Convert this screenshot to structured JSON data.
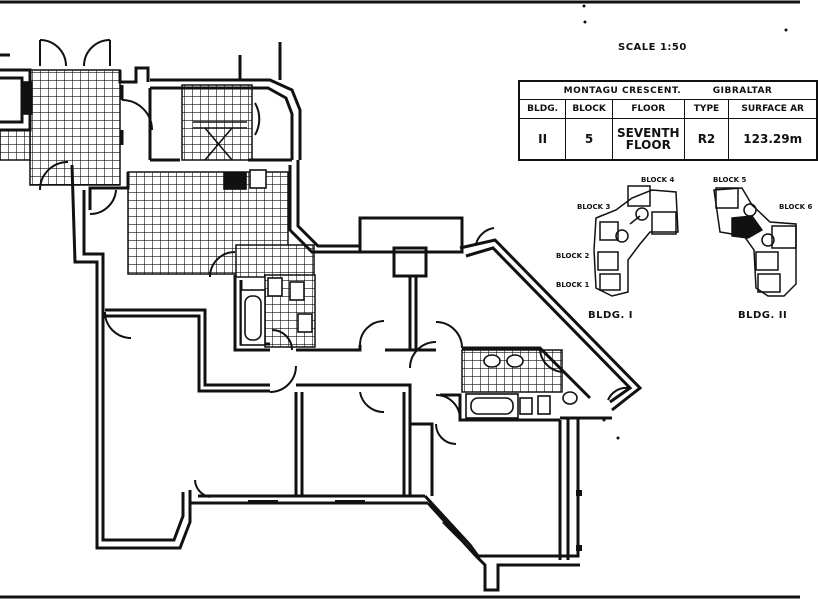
{
  "scale": "SCALE 1:50",
  "table": {
    "title_left": "MONTAGU CRESCENT.",
    "title_right": "GIBRALTAR",
    "headers": [
      "BLDG.",
      "BLOCK",
      "FLOOR",
      "TYPE",
      "SURFACE AR"
    ],
    "values": [
      "II",
      "5",
      "SEVENTH FLOOR",
      "R2",
      "123.29m"
    ]
  },
  "key_plan": {
    "bldg1": {
      "label": "BLDG. I",
      "blocks": [
        "BLOCK 1",
        "BLOCK 2",
        "BLOCK 3",
        "BLOCK 4"
      ]
    },
    "bldg2": {
      "label": "BLDG. II",
      "blocks": [
        "BLOCK 5",
        "BLOCK 6"
      ]
    }
  }
}
